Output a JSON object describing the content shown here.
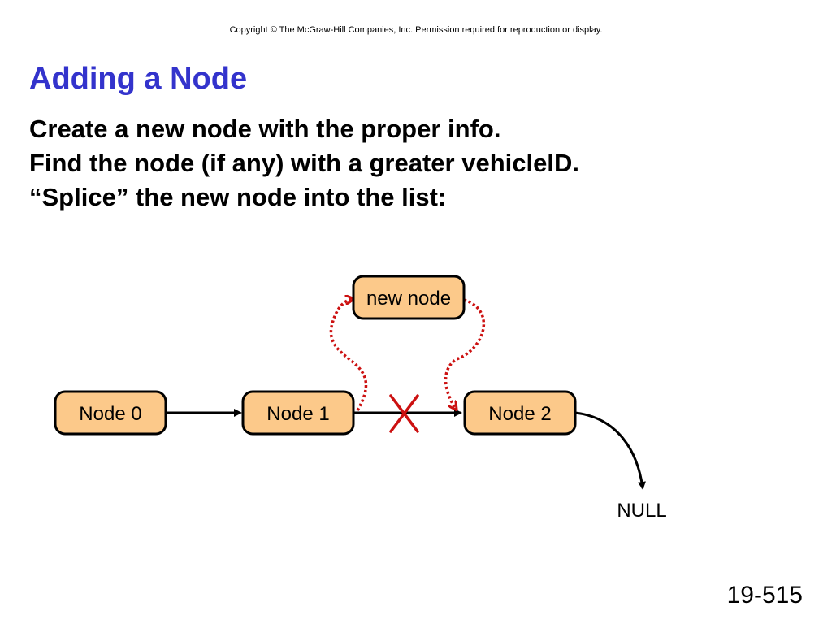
{
  "copyright": "Copyright © The McGraw-Hill Companies, Inc. Permission required for reproduction or display.",
  "title": "Adding a Node",
  "bullets": [
    "Create a new node with the proper info.",
    "Find the node (if any) with a greater vehicleID.",
    "“Splice” the new node into the list:"
  ],
  "diagram": {
    "nodes": {
      "new_node": "new node",
      "node0": "Node 0",
      "node1": "Node 1",
      "node2": "Node 2"
    },
    "null_label": "NULL",
    "colors": {
      "node_fill": "#fcc98a",
      "new_link": "#cc1111",
      "removed_mark": "#cc1111",
      "link": "#000000"
    }
  },
  "page_number": "19-515"
}
